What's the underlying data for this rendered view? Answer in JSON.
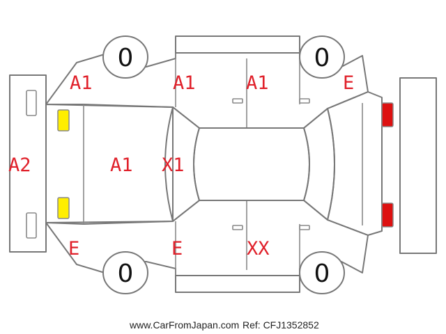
{
  "colors": {
    "damage_label": "#e0202a",
    "front_lamp": "#ffee00",
    "rear_lamp": "#dd1111",
    "outline": "#777777"
  },
  "tires": {
    "front_left": "0",
    "rear_left": "0",
    "front_right": "0",
    "rear_right": "0"
  },
  "marks": {
    "front_left_fender": "A1",
    "front_left_door": "A1",
    "rear_left_door": "A1",
    "rear_left_quarter": "E",
    "front_bumper": "A2",
    "hood": "A1",
    "windshield": "X1",
    "front_right_fender": "E",
    "front_right_door": "E",
    "rear_right_door": "XX"
  },
  "footer": {
    "site": "www.CarFromJapan.com",
    "ref": "Ref: CFJ1352852"
  }
}
